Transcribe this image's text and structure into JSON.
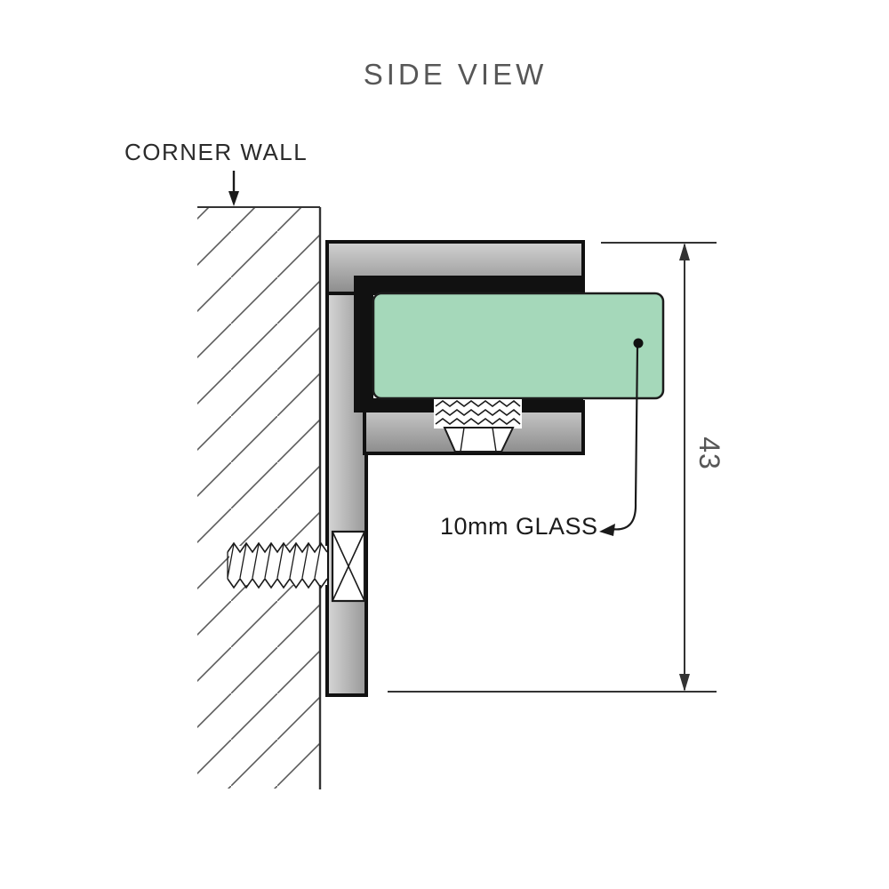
{
  "title": "SIDE VIEW",
  "labels": {
    "corner_wall": "CORNER WALL",
    "glass_callout": "10mm GLASS",
    "dimension_43": "43"
  },
  "colors": {
    "glass_fill": "#a5d8ba",
    "glass_stroke": "#1c1c1c",
    "bracket_light": "#d2d2d2",
    "bracket_dark": "#8c8c8c",
    "outline": "#111111",
    "line": "#3a3a3a",
    "title_text": "#575757",
    "label_text": "#2b2b2b"
  }
}
